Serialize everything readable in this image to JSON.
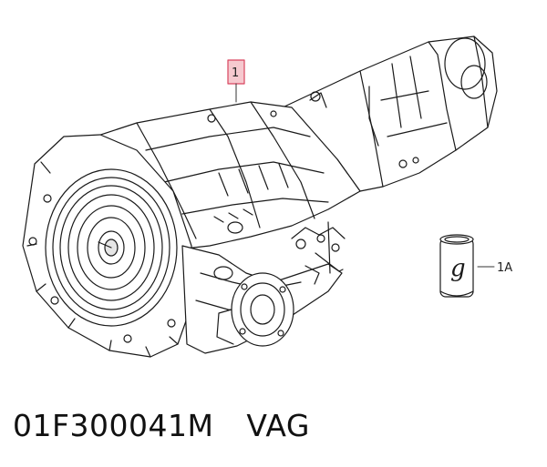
{
  "diagram": {
    "callouts": [
      {
        "id": "1",
        "label": "1",
        "highlighted": true
      },
      {
        "id": "1A",
        "label": "1A",
        "highlighted": false
      }
    ],
    "highlight_color": "#f6c9cf",
    "highlight_border": "#d9455f"
  },
  "caption": {
    "part_number": "01F300041M",
    "brand": "VAG"
  }
}
